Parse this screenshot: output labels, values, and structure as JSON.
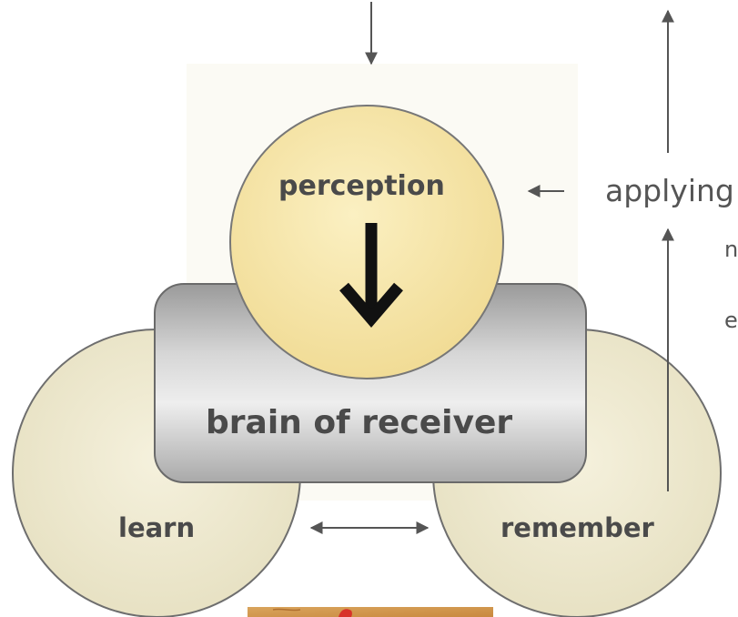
{
  "diagram": {
    "nodes": {
      "perception": "perception",
      "brain": "brain of receiver",
      "learn": "learn",
      "remember": "remember",
      "applying": "applying"
    },
    "cropped_text": {
      "line1": "n",
      "line2": "e"
    }
  },
  "colors": {
    "perception_fill": "#f6e6a6",
    "side_circle_fill": "#eeead3",
    "brain_fill": "#bdbdbd",
    "arrow": "#555555",
    "label_text": "#4a4a4a"
  }
}
